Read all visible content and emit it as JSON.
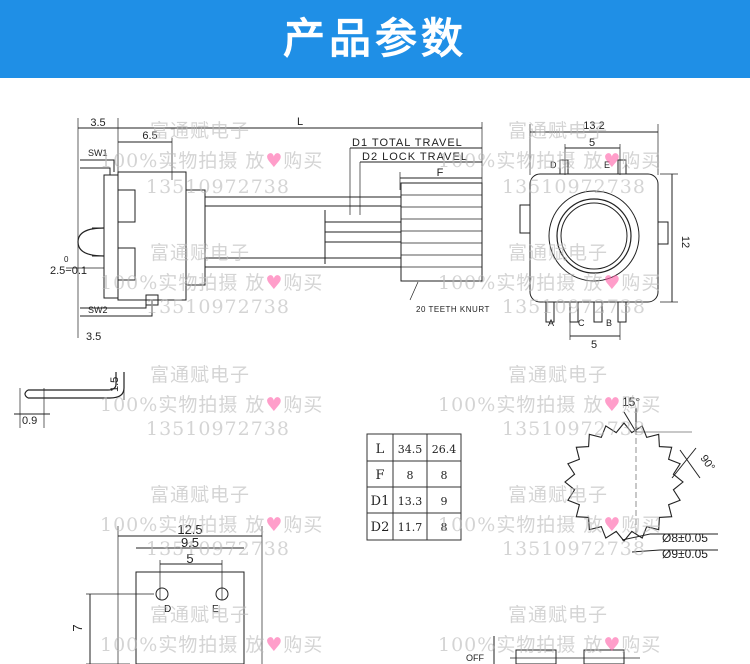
{
  "header": {
    "title": "产品参数",
    "bg_color": "#1f8fe6"
  },
  "watermark": {
    "line1": "富通赋电子",
    "line2": "100%实物拍摄 放",
    "line2_end": "购买",
    "line3": "13510972738",
    "heart_color": "#ff5fa8"
  },
  "side_view": {
    "dim_3_5_top": "3.5",
    "dim_6_5": "6.5",
    "dim_L": "L",
    "dim_D1": "D1 TOTAL TRAVEL",
    "dim_D2": "D2 LOCK TRAVEL",
    "dim_F": "F",
    "label_sw1": "SW1",
    "label_sw2": "SW2",
    "dim_tol_top": "0",
    "dim_tol": "2.5−0.1",
    "dim_3_5_bottom": "3.5",
    "knurl_note": "20 TEETH KNURT"
  },
  "front_view": {
    "dim_13_2": "13.2",
    "dim_5_top": "5",
    "dim_12": "12",
    "dim_5_bottom": "5",
    "pin_labels": [
      "D",
      "E",
      "A",
      "C",
      "B"
    ]
  },
  "pin_detail": {
    "dim_0_9": "0.9",
    "dim_1_5": "1.5"
  },
  "spec_table": {
    "rows": [
      {
        "name": "L",
        "v1": "34.5",
        "v2": "26.4"
      },
      {
        "name": "F",
        "v1": "8",
        "v2": "8"
      },
      {
        "name": "D1",
        "v1": "13.3",
        "v2": "9"
      },
      {
        "name": "D2",
        "v1": "11.7",
        "v2": "8"
      }
    ]
  },
  "knurl_detail": {
    "angle_15": "15°",
    "angle_90": "90°",
    "dia_8": "Ø8±0.05",
    "dia_9": "Ø9±0.05"
  },
  "footprint": {
    "dim_12_5": "12.5",
    "dim_9_5": "9.5",
    "dim_5": "5",
    "dim_7": "7",
    "pin_d": "D",
    "pin_e": "E"
  },
  "switch_detail": {
    "label_off": "OFF"
  }
}
